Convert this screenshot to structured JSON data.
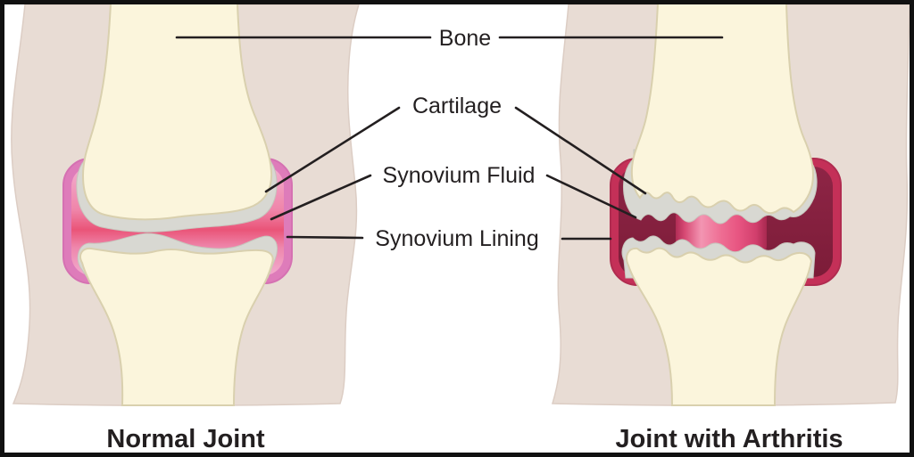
{
  "diagram": {
    "type": "medical-illustration",
    "subject": "knee-joint-comparison",
    "labels": {
      "bone": "Bone",
      "cartilage": "Cartilage",
      "synovium_fluid": "Synovium Fluid",
      "synovium_lining": "Synovium Lining"
    },
    "panels": {
      "left": {
        "caption": "Normal Joint"
      },
      "right": {
        "caption": "Joint with Arthritis"
      }
    },
    "colors": {
      "background": "#ffffff",
      "frame": "#111111",
      "skin": "#e8dcd4",
      "bone_fill": "#fbf5dc",
      "bone_outline": "#d9d0ae",
      "cartilage": "#d8d8d2",
      "cartilage_outline": "#c6c6bd",
      "normal_capsule_rim": "#de7cba",
      "normal_fluid_center": "#ea5478",
      "arthritis_capsule_rim": "#c43058",
      "arthritis_capsule_interior": "#85203c",
      "arthritis_fluid": "#e75880",
      "leader_line": "#231f20",
      "text": "#231f20"
    }
  }
}
